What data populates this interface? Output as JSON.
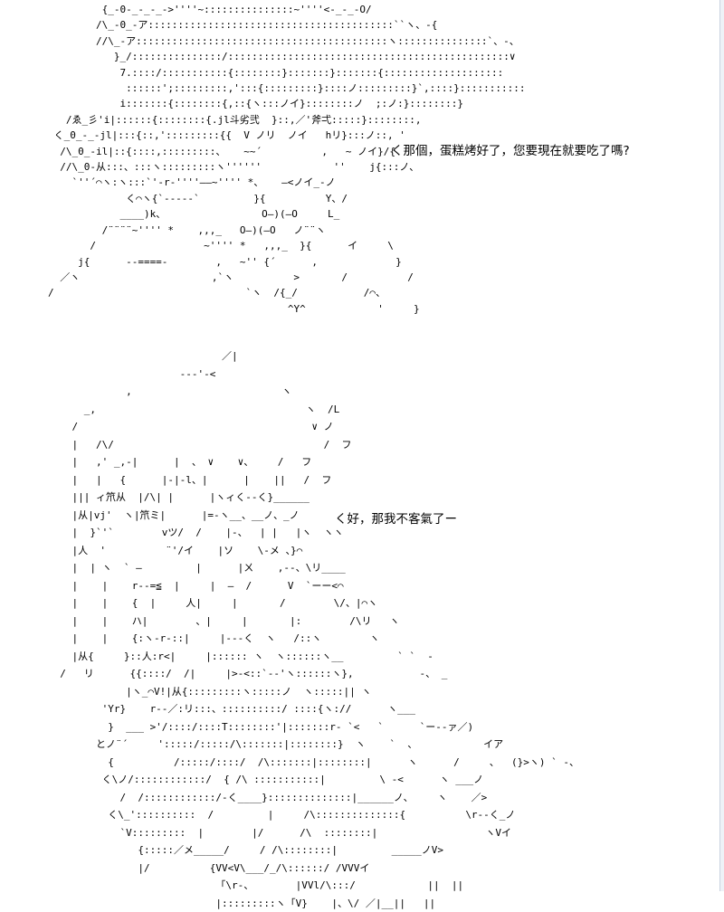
{
  "scene_top": {
    "art": "                 {_-0-_-_-_->''''~:::::::::::::::~''''<-_-_-O/\n                /\\_-0_-ア:::::::::::::::::::::::::::::::::::::::::``ヽ、-{\n                //\\_-ア::::::::::::::::::::::::::::::::::::::::::ヽ:::::::::::::::`、-、\n                   }_/:::::::::::::::/:::::::::::::::::::::::::::::::::::::::::::::::∨\n                    7.::::/:::::::::::{::::::::}:::::::}:::::::{::::::::::::::::::::\n                     ::::::';:::::::::,':::{:::::::::}::::ノ:::::::::}`,::::}:::::::::::\n                    i:::::::{::::::::{,::{ヽ:::ノイ}::::::::ノ  ;:ノ:}::::::::}\n           /ゑ_彡'i|::::::{::::::::{.jl斗劣弐  }::,／'斧弌:::::}::::::::,\n         く_0_-_-jl|:::{::,':::::::::{{  V ノリ  ノイ   hリ}:::ノ::, '\n          /\\_0_-il|::{::::,:::::::::、   ~~´          ,   ~ ノイ}/{\n          //\\_0-从:::、:::ヽ:::::::::ヽ''''''            ''    j{:::ノ、\n            `''´⌒ヽ:ヽ:::`'-r-''''――~'''' *、   ―<ノイ_-ノ\n                     く⌒ヽ{`-----`         }{          Y、/\n                    ____)k、                O―)(―O     L_\n                 /¨¨¨¨~'''' *    ,,,_   O―)(―O   ノ¨¨ヽ\n               /                  ~'''' *   ,,,_  }{      イ     \\\n             j{      --====-        ,   ~'' {´      ,             }\n          ／ヽ                      ,`ヽ          >       /          /\n        /                                `ヽ  /{_/           /⌒、\n                                                ^Y^            '     }"
  },
  "scene_bottom": {
    "art": "                                     ／|\n                              ---'-<\n                     ,                         ヽ\n              _,                                   ヽ  /L\n            /                                       ∨ ノ\n            |   /\\/                                   /  フ\n            |   ,' _,-|      |  、 ∨    ∨、    /   フ\n            |   |   {      |-|-l、|      |    ||   /  フ\n            ||| ィ笊从  |/\\| |      |ヽィく--く}______\n            |从|vj'  ヽ|笊ミ|      |=-ヽ__、__ノ、_ノ\n            |  }`'`        vツ/  /    |-、  | |   |ヽ  ヽヽ\n            |人  '          ¨'/イ    |ソ    \\-メ 、}⌒\n            |  | ヽ  ` ―         |      |ㄨ    ,--、\\リ____\n            |    |    r--=≦  |     |  ―  /      V  `ーー<⌒\n            |    |    {  |     人|     |       /        \\/、|⌒ヽ\n            |    |    ハ|        、|     |       |:        /\\リ   ヽ\n            |    |    {:ヽ-r-::|     |---く  ヽ   /::ヽ        ヽ\n            |从{     }::人:r<|     |:::::: ヽ  ヽ::::::ヽ__         ` `  -\n          /   リ      {{::::/  /|     |>-<::`--'ヽ::::::ヽ},           -、 _\n                     |ヽ_⌒V!|从{:::::::::ヽ:::::ノ  ヽ:::::|| ヽ\n                 'Yr}    r--／:リ:::、::::::::::/ ::::{ヽ://      ヽ___\n                  }  ___ >'/::::/::::T::::::::'|:::::::r- `<   `      `ー--ァ／)\n                とノ¨´     ':::::/:::::/\\:::::::|::::::::}  ヽ    `  、           イア\n                  {          /:::::/::::/  /\\:::::::|::::::::|      ヽ      /     、  (}>ヽ) ` -、\n                 く\\ノ/::::::::::::/  { /\\ :::::::::::|         \\ -<      ヽ ___ノ\n                    /  /::::::::::::/-く____}::::::::::::::|______ノ、    ヽ    ／>\n                  く\\_'::::::::::  /         |     /\\::::::::::::::{          \\r--く_ノ\n                    `V:::::::::  |        |/      /\\  ::::::::|                  ヽVイ\n                       {:::::／メ_____/     / /\\::::::::|         _____ノV>\n                       |/          {VV<V\\___/_/\\::::::/ /VVVイ\n                                    「\\r-、       |VVl/\\:::/            ||  ||\n                                    |:::::::::ヽ「V}    |、\\/ ／|__||   ||"
  },
  "dialogue": {
    "line_1": "く那個，蛋糕烤好了，您要現在就要吃了嗎?",
    "line_2": "く好，那我不客氣了ー"
  }
}
